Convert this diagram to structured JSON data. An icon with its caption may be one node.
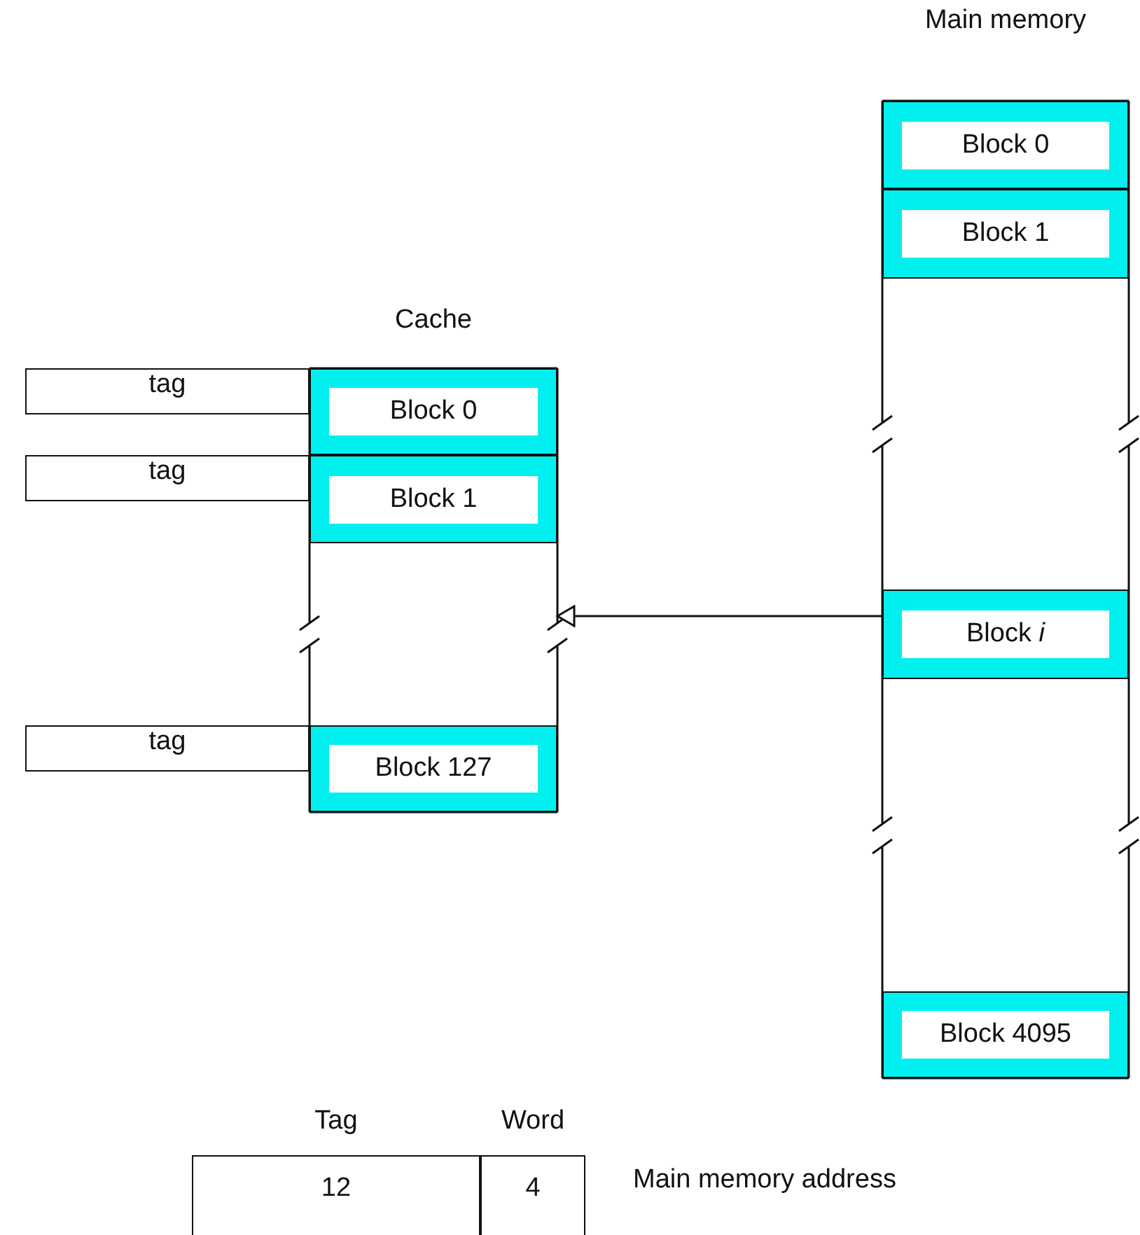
{
  "diagram": {
    "nodes": [
      {
        "text": [
          "Cache"
        ]
      },
      {
        "text": [
          "tag"
        ]
      },
      {
        "text": [
          "Block 0"
        ],
        "in": 0
      },
      {
        "text": [
          "tag"
        ]
      },
      {
        "text": [
          "Block 1"
        ],
        "in": 0
      },
      {
        "text": [
          "tag"
        ]
      },
      {
        "text": [
          "Block 127"
        ],
        "in": 0
      },
      {
        "text": [
          "Main memory"
        ]
      },
      {
        "text": [
          "Block 0"
        ],
        "in": 7
      },
      {
        "text": [
          "Block 1"
        ],
        "in": 7
      },
      {
        "text": [
          "Block *i*"
        ],
        "in": 7
      },
      {
        "text": [
          "Block 4095"
        ],
        "in": 7
      },
      {
        "text": [
          "Tag",
          "12"
        ]
      },
      {
        "text": [
          "Word",
          "4"
        ]
      }
    ],
    "edges": [
      {
        "from": 7,
        "to": 0,
        "arrow": "to"
      }
    ],
    "labels": [
      "Main memory address"
    ]
  }
}
